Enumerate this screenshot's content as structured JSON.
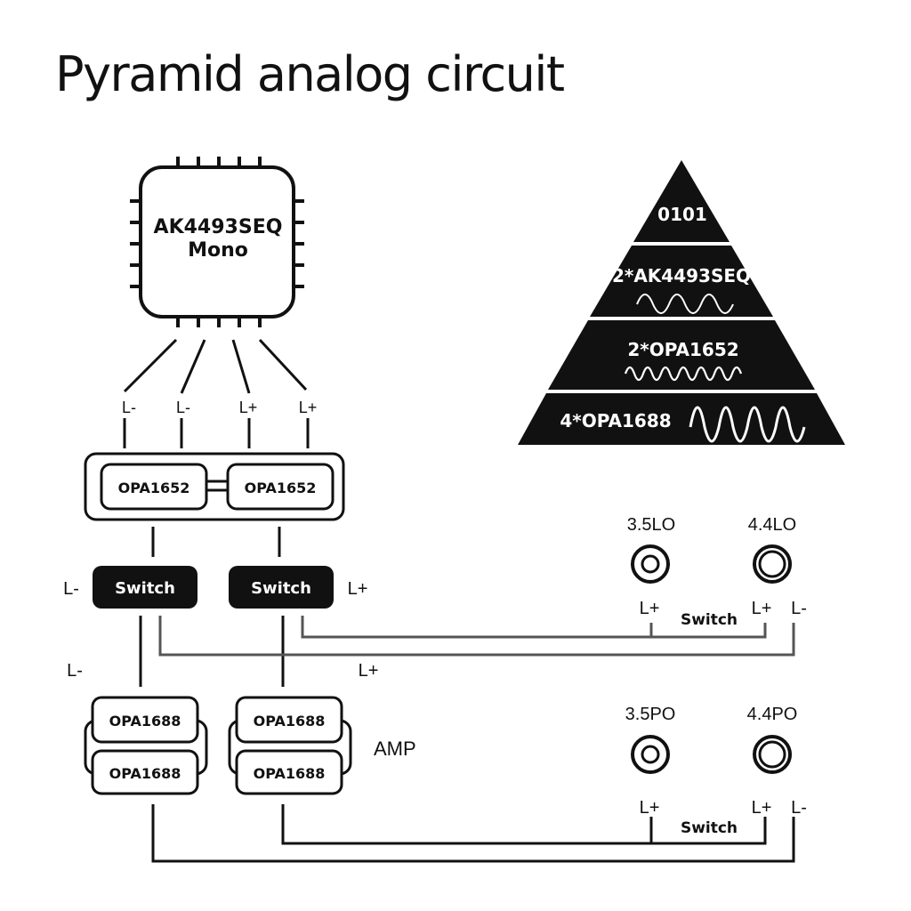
{
  "title": "Pyramid analog circuit",
  "dac_chip": {
    "line1": "AK4493SEQ",
    "line2": "Mono"
  },
  "dac_outputs": [
    "L-",
    "L-",
    "L+",
    "L+"
  ],
  "opa1652_labels": [
    "OPA1652",
    "OPA1652"
  ],
  "switches": [
    {
      "label": "Switch",
      "side_label": "L-"
    },
    {
      "label": "Switch",
      "side_label": "L+"
    }
  ],
  "line_labels": {
    "left_lminus": "L-",
    "mid_lplus": "L+"
  },
  "amp": {
    "label": "AMP",
    "chips": [
      "OPA1688",
      "OPA1688",
      "OPA1688",
      "OPA1688"
    ]
  },
  "line_out": {
    "jacks": [
      "3.5LO",
      "4.4LO"
    ],
    "pins": [
      "L+",
      "L+",
      "L-"
    ],
    "switch_label": "Switch"
  },
  "phone_out": {
    "jacks": [
      "3.5PO",
      "4.4PO"
    ],
    "pins": [
      "L+",
      "L+",
      "L-"
    ],
    "switch_label": "Switch"
  },
  "pyramid": {
    "tiers": [
      "0101",
      "2*AK4493SEQ",
      "2*OPA1652",
      "4*OPA1688"
    ],
    "colors": {
      "fill": "#111111",
      "text": "#ffffff"
    }
  }
}
